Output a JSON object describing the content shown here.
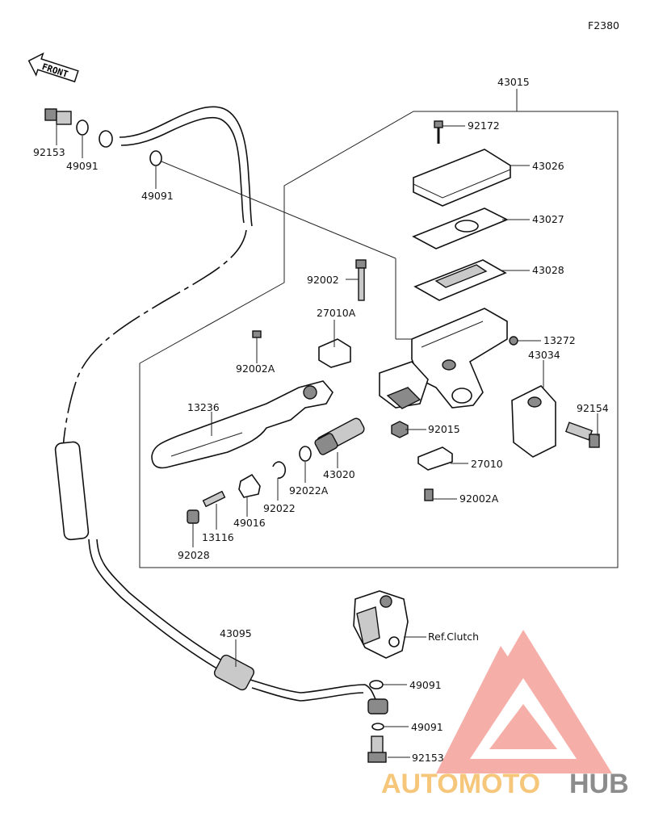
{
  "figure_code": "F2380",
  "front_label": "FRONT",
  "parts": {
    "p43015": "43015",
    "p92172": "92172",
    "p43026": "43026",
    "p43027": "43027",
    "p43028": "43028",
    "p13272": "13272",
    "p43034": "43034",
    "p92154": "92154",
    "p92002": "92002",
    "p27010A": "27010A",
    "p92002A_top": "92002A",
    "p13236": "13236",
    "p92015": "92015",
    "p27010": "27010",
    "p92002A_bot": "92002A",
    "p43020": "43020",
    "p92022A": "92022A",
    "p92022": "92022",
    "p49016": "49016",
    "p13116": "13116",
    "p92028": "92028",
    "p92153_top": "92153",
    "p49091_a": "49091",
    "p49091_b": "49091",
    "p43095": "43095",
    "ref_clutch": "Ref.Clutch",
    "p49091_c": "49091",
    "p49091_d": "49091",
    "p92153_bot": "92153"
  },
  "watermark": {
    "part1": "AUTOMOTO",
    "part2": "HUB",
    "color_logo": "#f4a09a",
    "color_text1": "#f6c77a",
    "color_text2": "#8c8c8c"
  }
}
